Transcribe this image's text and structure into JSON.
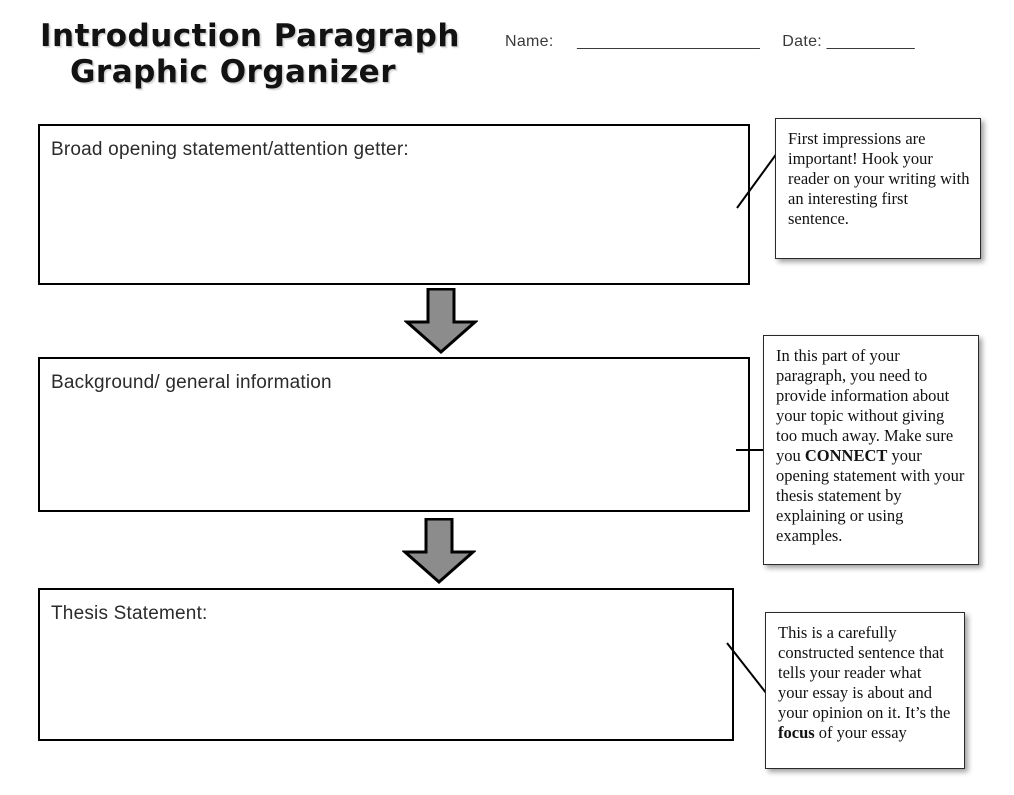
{
  "worksheet": {
    "title_line_1": "Introduction Paragraph",
    "title_line_2": "Graphic Organizer",
    "name_label": "Name:",
    "name_rule": "_______________________",
    "date_label": "Date:",
    "date_rule": "___________"
  },
  "sections": [
    {
      "id": "broad-opening",
      "label": "Broad opening statement/attention getter:",
      "value": ""
    },
    {
      "id": "background",
      "label": "Background/ general information",
      "value": ""
    },
    {
      "id": "thesis-statement",
      "label": "Thesis Statement:",
      "value": ""
    }
  ],
  "callouts": [
    {
      "id": "callout-broad-opening",
      "segments": [
        {
          "text": "First impressions are important! Hook your reader on your writing with an interesting first sentence.",
          "bold": false
        }
      ]
    },
    {
      "id": "callout-background",
      "segments": [
        {
          "text": "In this part of your paragraph, you need to provide information about your topic without giving too much away. Make sure you ",
          "bold": false
        },
        {
          "text": "CONNECT",
          "bold": true
        },
        {
          "text": " your opening statement with your thesis statement by explaining or using examples.",
          "bold": false
        }
      ]
    },
    {
      "id": "callout-thesis",
      "segments": [
        {
          "text": "This is a carefully constructed sentence that tells your reader what your essay is about and your opinion on it. It’s the ",
          "bold": false
        },
        {
          "text": "focus",
          "bold": true
        },
        {
          "text": " of your essay",
          "bold": false
        }
      ]
    }
  ],
  "arrows": [
    {
      "id": "arrow-opening-to-background",
      "direction": "down"
    },
    {
      "id": "arrow-background-to-thesis",
      "direction": "down"
    }
  ],
  "colors": {
    "arrow_fill": "#8c8c8c",
    "arrow_stroke": "#000000",
    "box_border": "#000000",
    "page_background": "#ffffff",
    "text": "#121212"
  }
}
